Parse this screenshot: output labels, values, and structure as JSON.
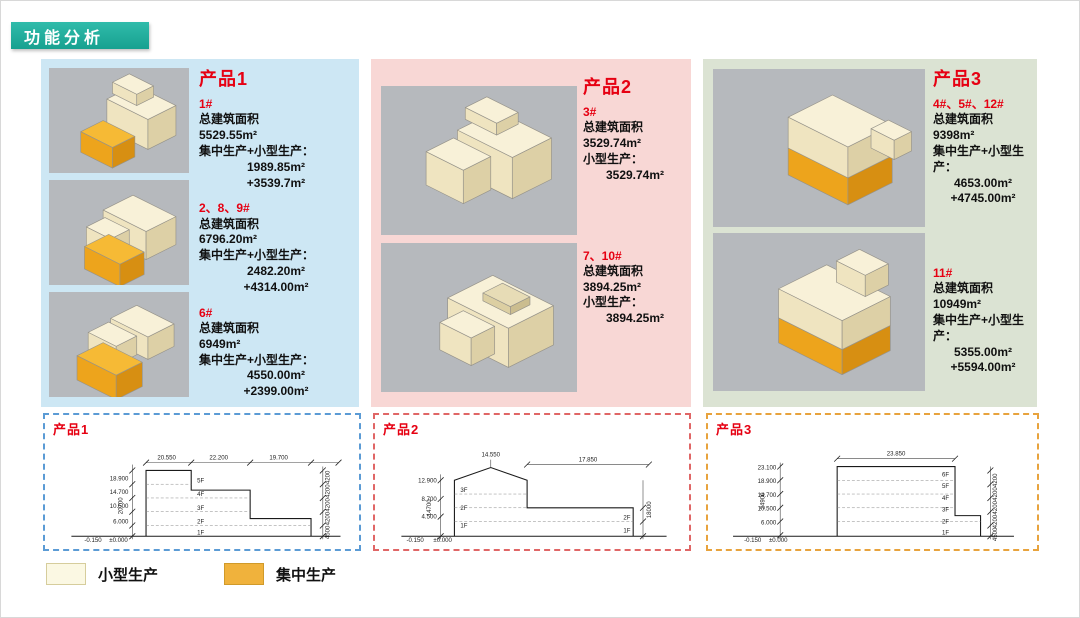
{
  "header": {
    "title": "功能分析"
  },
  "products": [
    {
      "title": "产品1",
      "blocks": [
        {
          "num": "1#",
          "lines": [
            "总建筑面积",
            "5529.55m²",
            "集中生产+小型生产：",
            "1989.85m²",
            "+3539.7m²"
          ]
        },
        {
          "num": "2、8、9#",
          "lines": [
            "总建筑面积",
            "6796.20m²",
            "集中生产+小型生产：",
            "2482.20m²",
            "+4314.00m²"
          ]
        },
        {
          "num": "6#",
          "lines": [
            "总建筑面积",
            "6949m²",
            "集中生产+小型生产：",
            "4550.00m²",
            "+2399.00m²"
          ]
        }
      ]
    },
    {
      "title": "产品2",
      "blocks": [
        {
          "num": "3#",
          "lines": [
            "总建筑面积",
            "3529.74m²",
            "小型生产：",
            "3529.74m²"
          ]
        },
        {
          "num": "7、10#",
          "lines": [
            "总建筑面积",
            "3894.25m²",
            "小型生产：",
            "3894.25m²"
          ]
        }
      ]
    },
    {
      "title": "产品3",
      "blocks": [
        {
          "num": "4#、5#、12#",
          "lines": [
            "总建筑面积",
            "9398m²",
            "集中生产+小型生产：",
            "4653.00m²",
            "+4745.00m²"
          ]
        },
        {
          "num": "11#",
          "lines": [
            "总建筑面积",
            "10949m²",
            "集中生产+小型生产：",
            "5355.00m²",
            "+5594.00m²"
          ]
        }
      ]
    }
  ],
  "sections": [
    {
      "title": "产品1",
      "border": "#5b9bd5",
      "top_dims": [
        "20.550",
        "22.200",
        "19.700"
      ],
      "elevations": [
        "18.900",
        "14.700",
        "10.500",
        "6.000"
      ],
      "base_labels": [
        "-0.150",
        "±0.000"
      ],
      "floors": [
        "5F",
        "4F",
        "3F",
        "2F",
        "1F"
      ],
      "right_dims": [
        "4200",
        "4200",
        "4200",
        "4200",
        "4500"
      ],
      "total_height": "20700"
    },
    {
      "title": "产品2",
      "border": "#e06666",
      "top_dims": [
        "12.900",
        "14.550",
        "17.850"
      ],
      "elevations": [
        "8.700",
        "4.500"
      ],
      "base_labels": [
        "-0.150",
        "±0.000"
      ],
      "floors_left": [
        "3F",
        "2F",
        "1F"
      ],
      "floors_right": [
        "2F",
        "1F"
      ],
      "right_total": "18000",
      "total_height": "14700"
    },
    {
      "title": "产品3",
      "border": "#e8a33d",
      "top_dims": [
        "23.850"
      ],
      "elevations": [
        "23.100",
        "18.900",
        "14.700",
        "10.500",
        "6.000"
      ],
      "base_labels": [
        "-0.150",
        "±0.000"
      ],
      "floors": [
        "6F",
        "5F",
        "4F",
        "3F",
        "2F",
        "1F"
      ],
      "right_dims": [
        "4200",
        "4200",
        "4200",
        "4200",
        "4500"
      ],
      "total_height": "24900"
    }
  ],
  "legend": {
    "items": [
      {
        "label": "小型生产",
        "color": "#fbf8e3"
      },
      {
        "label": "集中生产",
        "color": "#f0b23c"
      }
    ]
  },
  "colors": {
    "accent_red": "#e60012",
    "badge_teal": "#1fae9e",
    "panel1_bg": "#cde7f4",
    "panel2_bg": "#f8d7d5",
    "panel3_bg": "#dbe3d3",
    "render_bg": "#b6b9bd",
    "cream": "#f8f1d8",
    "orange": "#f0b23c"
  }
}
